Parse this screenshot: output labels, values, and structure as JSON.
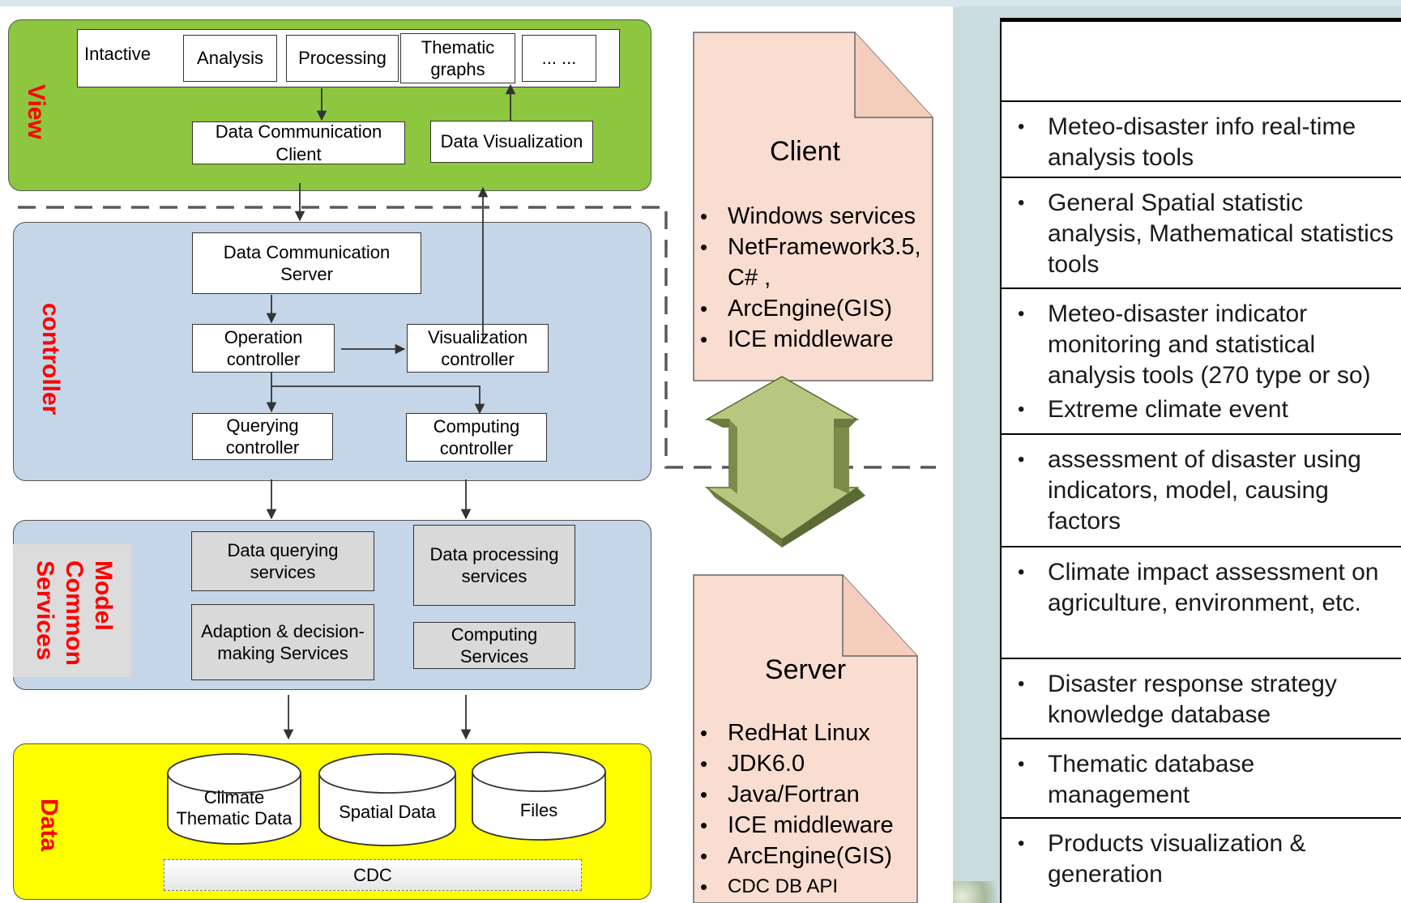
{
  "layers": {
    "view": "View",
    "controller": "controller",
    "model": [
      "Model",
      "Common",
      "Services"
    ],
    "data": "Data"
  },
  "view_tabs": [
    "Intactive",
    "Analysis",
    "Processing",
    [
      "Thematic",
      "graphs"
    ],
    "... ..."
  ],
  "view_boxes": {
    "comm_client": [
      "Data Communication",
      "Client"
    ],
    "visualization": "Data Visualization"
  },
  "controller_boxes": {
    "comm_server": [
      "Data Communication",
      "Server"
    ],
    "operation": [
      "Operation",
      "controller"
    ],
    "visualization": [
      "Visualization",
      "controller"
    ],
    "querying": [
      "Querying",
      "controller"
    ],
    "computing": [
      "Computing",
      "controller"
    ]
  },
  "model_boxes": {
    "querying": [
      "Data querying",
      "services"
    ],
    "processing": [
      "Data processing",
      "services"
    ],
    "adaption": [
      "Adaption & decision-",
      "making Services"
    ],
    "computing": [
      "Computing",
      "Services"
    ]
  },
  "data_stores": {
    "climate": [
      "Climate",
      "Thematic  Data"
    ],
    "spatial": "Spatial Data",
    "files": "Files",
    "cdc": "CDC"
  },
  "client_doc": {
    "title": "Client",
    "items": [
      "Windows services",
      "NetFramework3.5,",
      "C# ,",
      "ArcEngine(GIS)",
      "ICE middleware"
    ]
  },
  "server_doc": {
    "title": "Server",
    "items": [
      "RedHat Linux",
      "JDK6.0",
      "Java/Fortran",
      "ICE middleware",
      "ArcEngine(GIS)",
      "CDC DB API"
    ]
  },
  "tools_panel": {
    "rows": [
      [],
      [
        "Meteo-disaster info real-time analysis tools"
      ],
      [
        "General Spatial statistic analysis, Mathematical statistics tools"
      ],
      [
        "Meteo-disaster indicator monitoring and statistical analysis tools (270 type or so)",
        "Extreme climate event"
      ],
      [
        "assessment of disaster using indicators, model, causing factors"
      ],
      [
        "Climate impact assessment on agriculture, environment, etc."
      ],
      [
        "Disaster response strategy knowledge database"
      ],
      [
        "Thematic database management"
      ],
      [
        "Products visualization & generation"
      ]
    ]
  },
  "colors": {
    "view_bg": "#8dc63f",
    "controller_bg": "#c5d6e8",
    "model_bg": "#c5d6e8",
    "data_bg": "#ffff00",
    "layer_title": "#ff0000",
    "doc_bg": "#f9ddd0",
    "arrow_fill": "#b8c77f"
  }
}
